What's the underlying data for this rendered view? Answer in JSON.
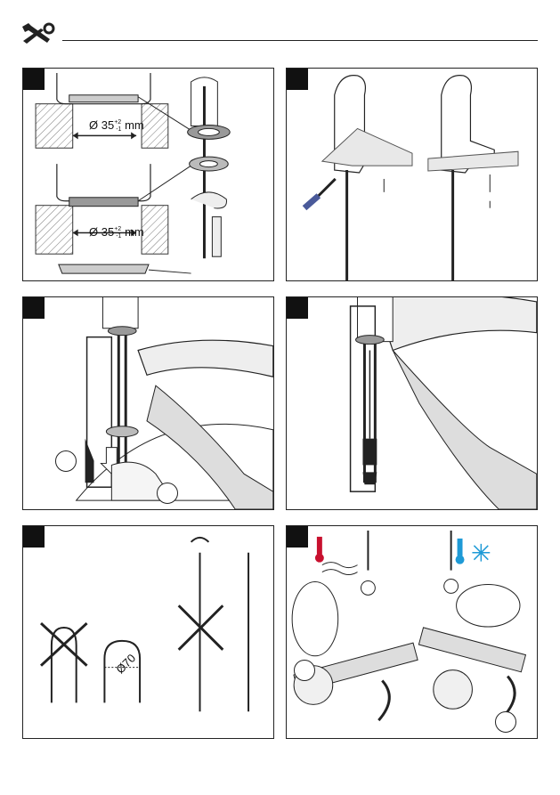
{
  "header": {
    "icon": "wrench-screwdriver-icon"
  },
  "panel1": {
    "dim_top": "35",
    "dim_bottom": "35",
    "tol_plus": "+2",
    "tol_minus": "-1",
    "unit": "mm",
    "diameter_symbol": "Ø"
  },
  "panel5": {
    "diameter": "Ø70"
  },
  "colors": {
    "hot": "#c8102e",
    "cold": "#1e9ad6",
    "line": "#1a1a1a",
    "hatch": "#888888"
  }
}
